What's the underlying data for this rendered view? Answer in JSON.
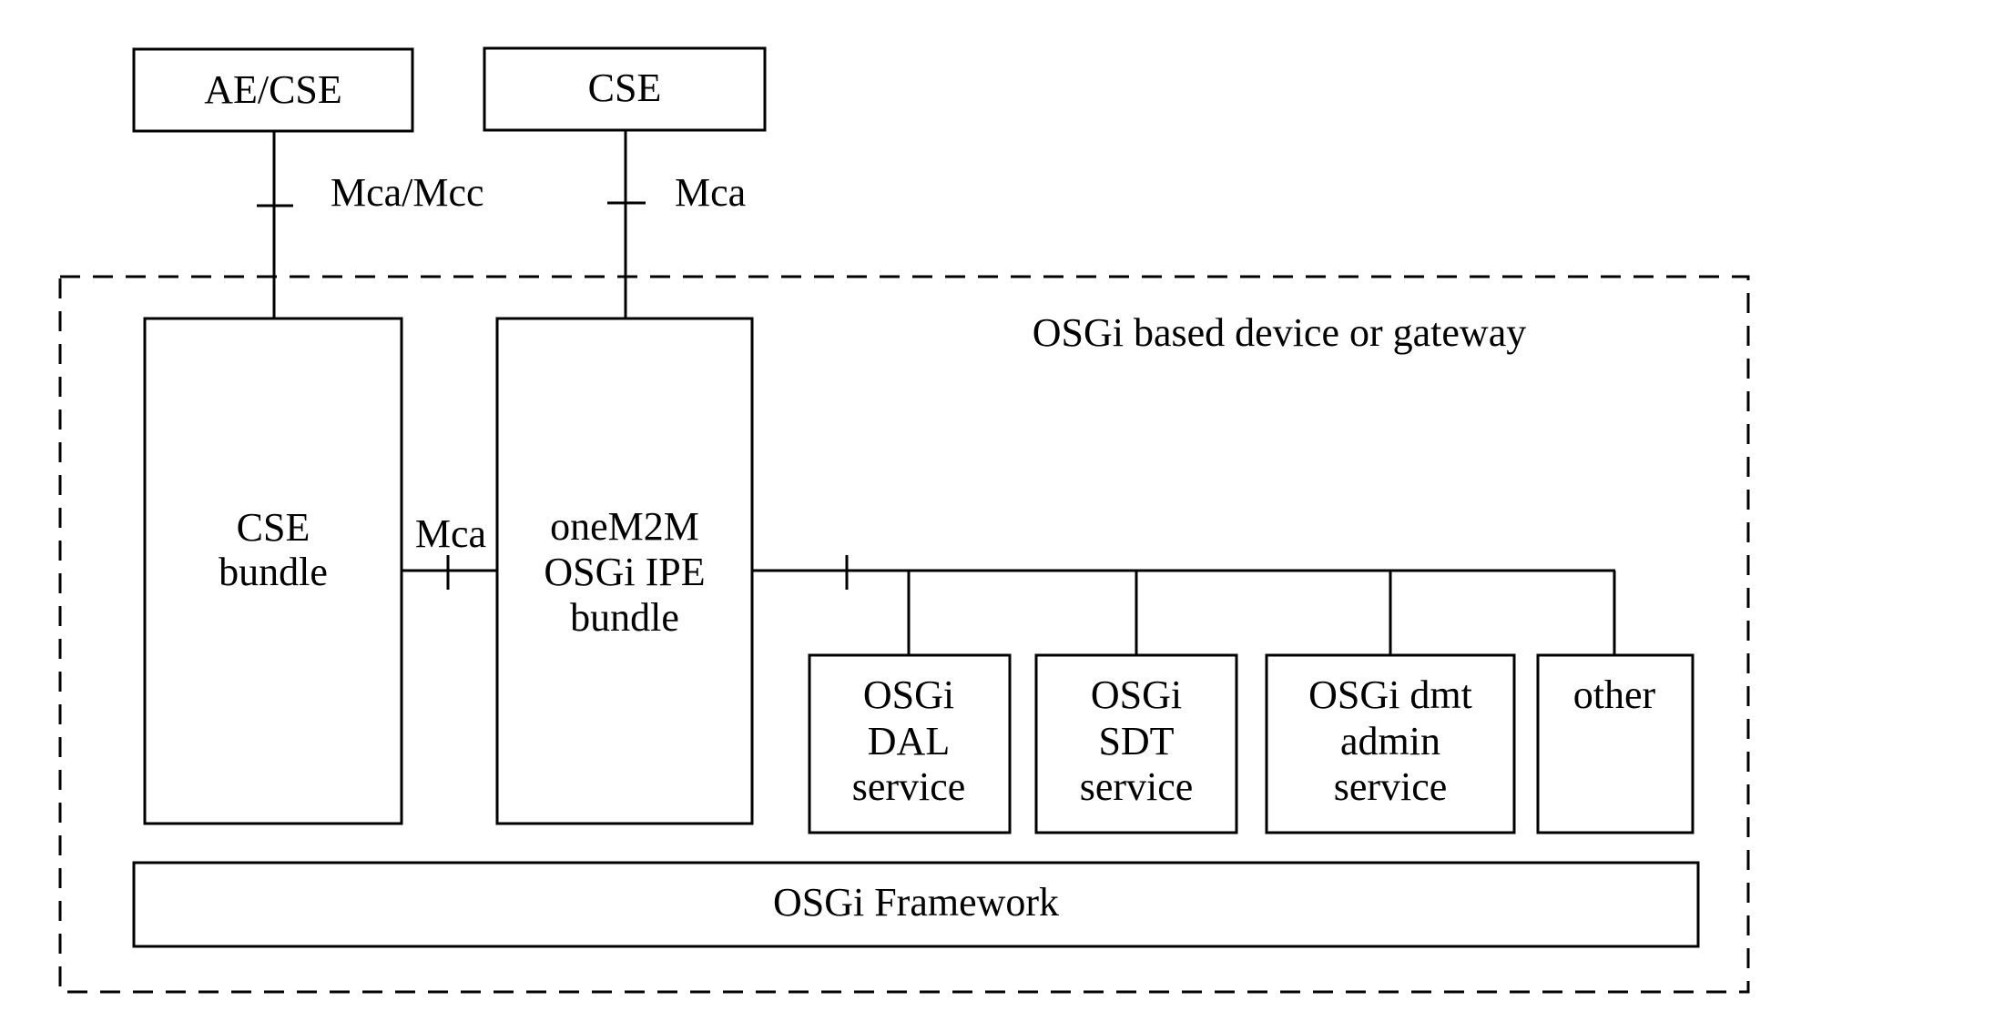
{
  "external": {
    "ae_cse": "AE/CSE",
    "cse": "CSE"
  },
  "interfaces": {
    "mca_mcc": "Mca/Mcc",
    "mca_top": "Mca",
    "mca_internal": "Mca"
  },
  "container": {
    "title": "OSGi based device or gateway"
  },
  "bundles": {
    "cse_bundle": [
      "CSE",
      "bundle"
    ],
    "ipe_bundle": [
      "oneM2M",
      "OSGi IPE",
      "bundle"
    ]
  },
  "services": [
    {
      "lines": [
        "OSGi",
        "DAL",
        "service"
      ]
    },
    {
      "lines": [
        "OSGi",
        "SDT",
        "service"
      ]
    },
    {
      "lines": [
        "OSGi dmt",
        "admin",
        "service"
      ]
    },
    {
      "lines": [
        "other"
      ]
    }
  ],
  "framework": {
    "label": "OSGi Framework"
  }
}
